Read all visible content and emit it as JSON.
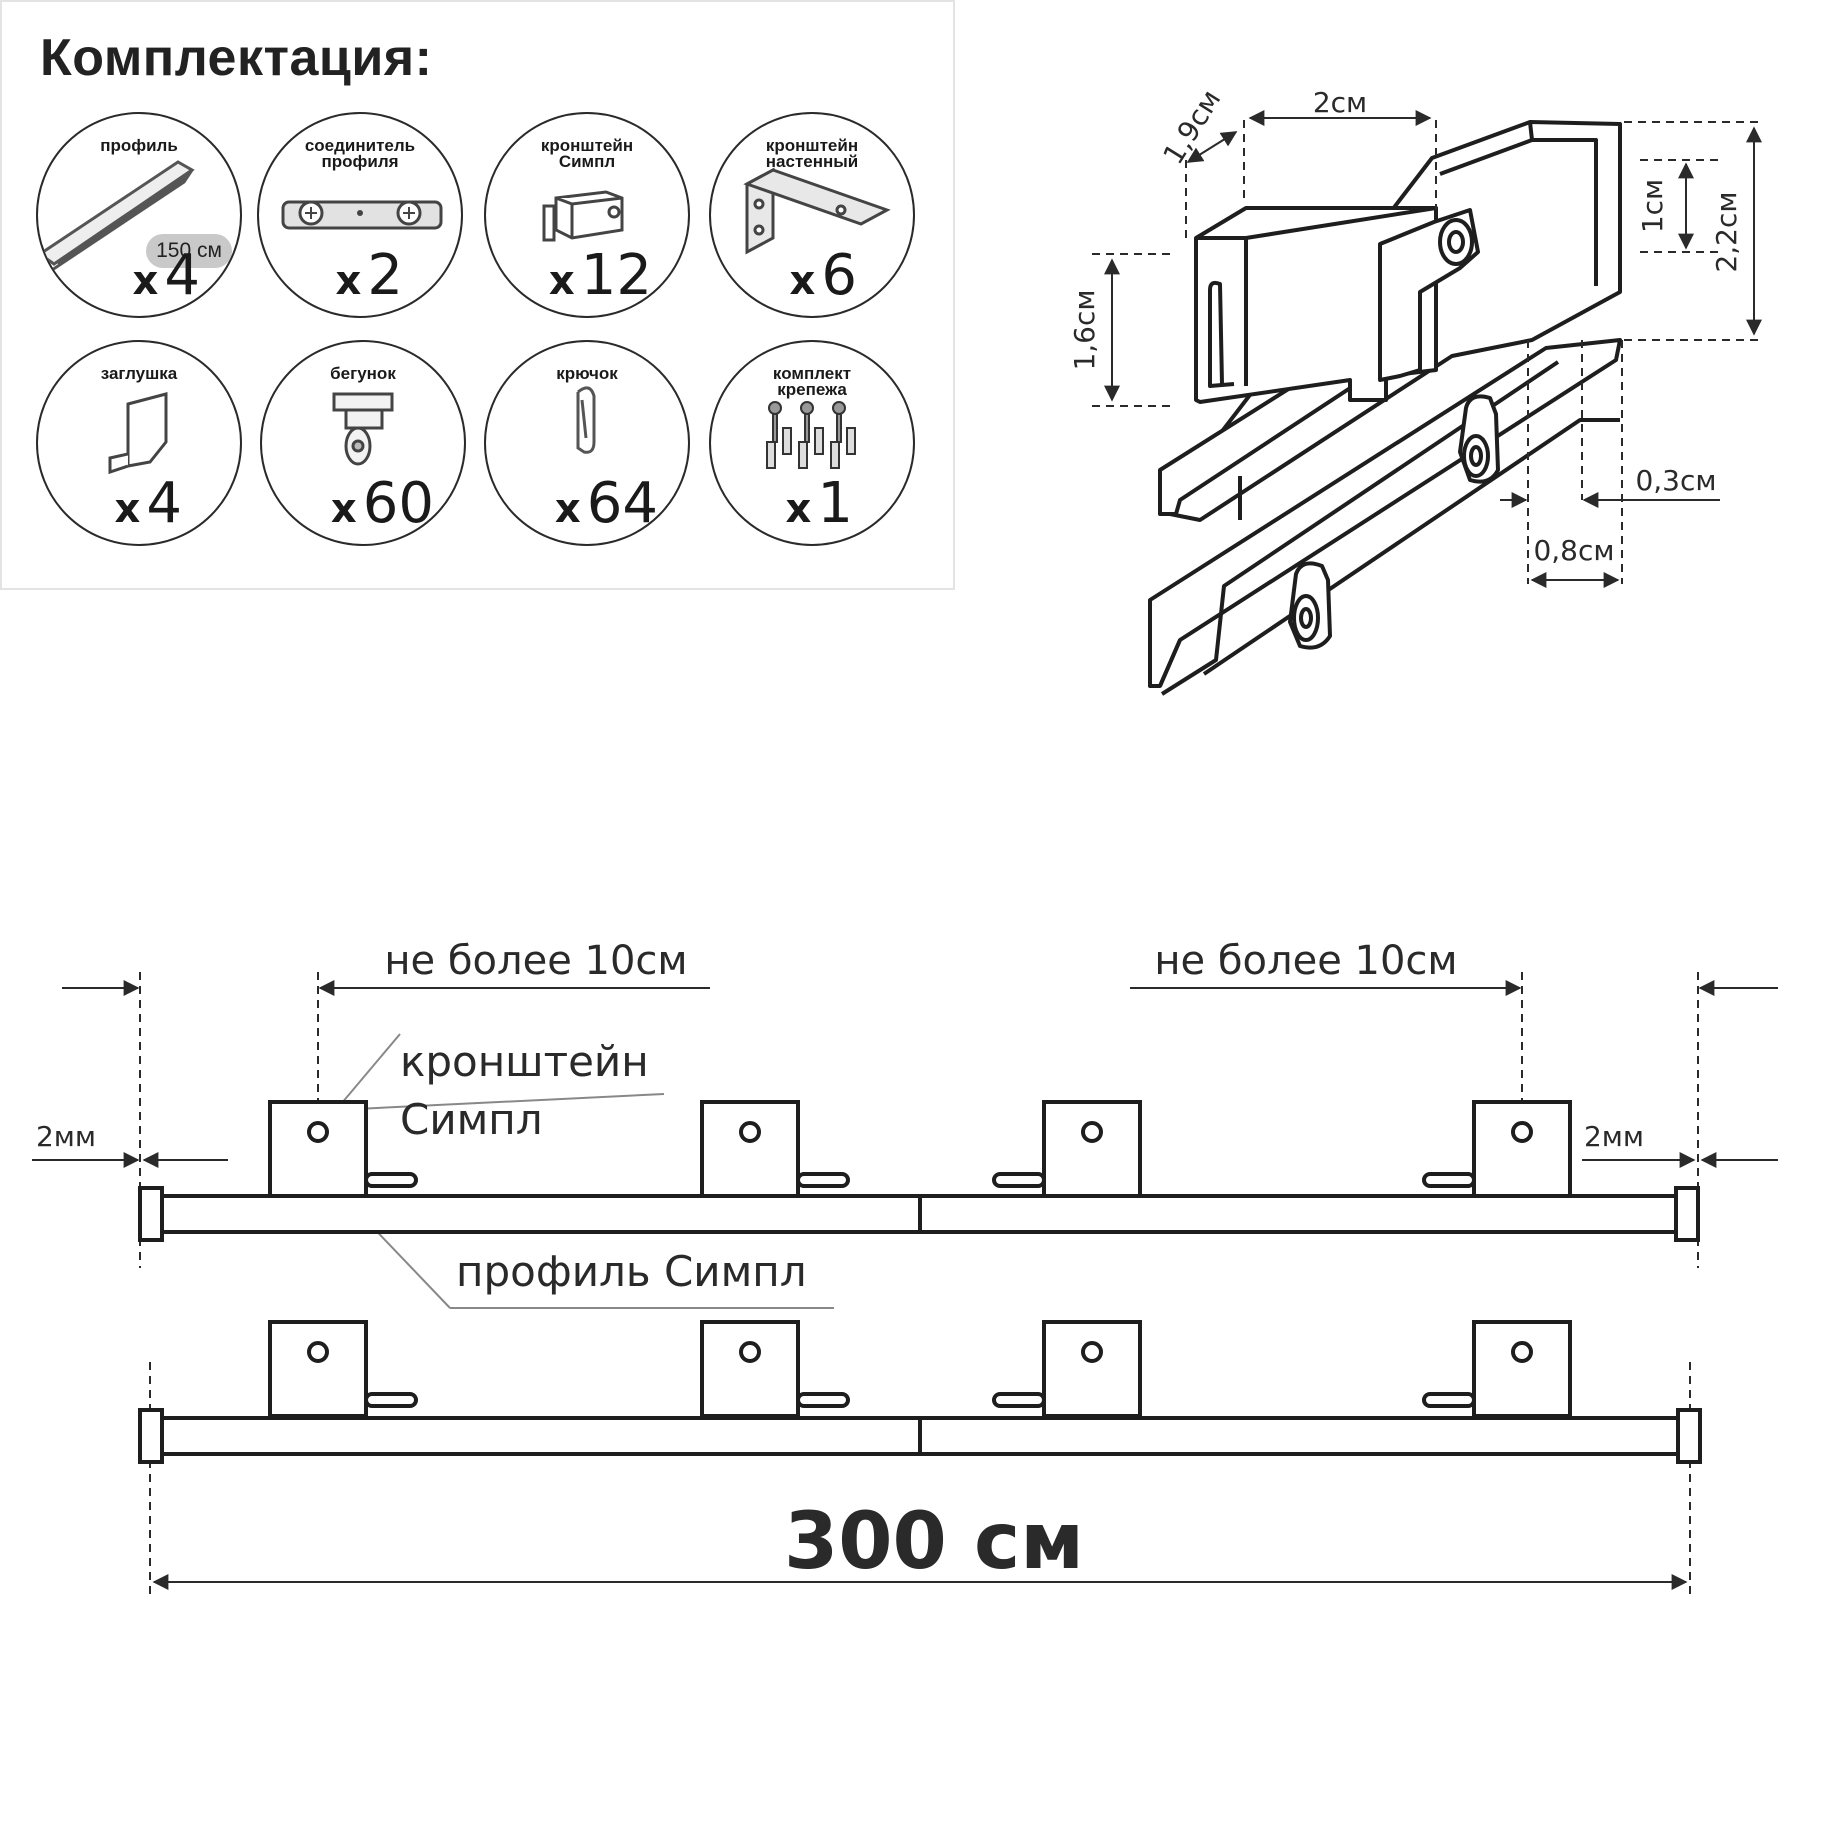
{
  "kit": {
    "title": "Комплектация:",
    "items": [
      {
        "label": "профиль",
        "qty": "4",
        "badge": "150 см",
        "icon": "profile-icon"
      },
      {
        "label": "соединитель\nпрофиля",
        "qty": "2",
        "icon": "connector-icon"
      },
      {
        "label": "кронштейн\nСимпл",
        "qty": "12",
        "icon": "bracket-simpl-icon"
      },
      {
        "label": "кронштейн\nнастенный",
        "qty": "6",
        "icon": "wall-bracket-icon"
      },
      {
        "label": "заглушка",
        "qty": "4",
        "icon": "end-cap-icon"
      },
      {
        "label": "бегунок",
        "qty": "60",
        "icon": "runner-icon"
      },
      {
        "label": "крючок",
        "qty": "64",
        "icon": "hook-icon"
      },
      {
        "label": "комплект\nкрепежа",
        "qty": "1",
        "icon": "fasteners-icon"
      }
    ],
    "qty_prefix": "x"
  },
  "dimensions": {
    "d1": "1,9см",
    "d2": "2см",
    "d3": "1см",
    "d4": "2,2см",
    "d5": "1,6см",
    "d6": "0,3см",
    "d7": "0,8см"
  },
  "installation": {
    "max_gap_left": "не более 10см",
    "max_gap_right": "не более 10см",
    "gap_left": "2мм",
    "gap_right": "2мм",
    "bracket_label_1": "кронштейн",
    "bracket_label_2": "Симпл",
    "profile_label": "профиль Симпл",
    "total_length": "300 см"
  }
}
